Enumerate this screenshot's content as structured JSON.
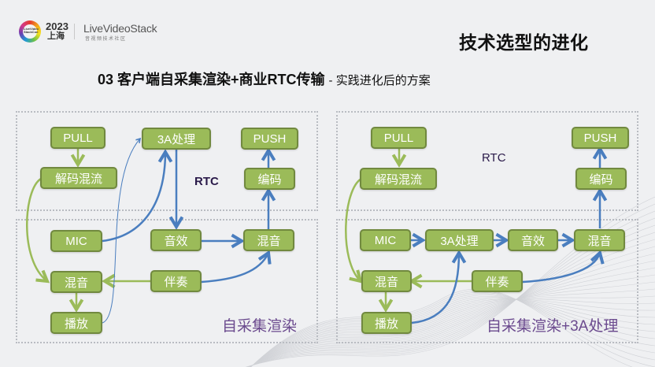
{
  "header": {
    "logo": {
      "ring_text": "LiveVideo StackCon",
      "year": "2023",
      "city": "上海"
    },
    "brand": {
      "name": "LiveVideoStack",
      "tagline": "音视频技术社区"
    },
    "page_title": "技术选型的进化"
  },
  "subtitle": {
    "main": "03 客户端自采集渲染+商业RTC传输",
    "secondary": "- 实践进化后的方案"
  },
  "colors": {
    "node_fill": "#9bbb59",
    "node_border": "#71893f",
    "green_arrow": "#9bbb59",
    "blue_arrow": "#4a7ebf",
    "caption": "#6b4a8e",
    "rtc_label": "#2a1a4a"
  },
  "left_diagram": {
    "rtc_label": "RTC",
    "caption": "自采集渲染",
    "nodes": {
      "pull": "PULL",
      "decode_mix": "解码混流",
      "aec": "3A处理",
      "push": "PUSH",
      "encode": "编码",
      "mic": "MIC",
      "effect": "音效",
      "mix_out": "混音",
      "mix_local": "混音",
      "accompany": "伴奏",
      "play": "播放"
    }
  },
  "right_diagram": {
    "rtc_label": "RTC",
    "caption": "自采集渲染+3A处理",
    "nodes": {
      "pull": "PULL",
      "decode_mix": "解码混流",
      "push": "PUSH",
      "encode": "编码",
      "mic": "MIC",
      "aec": "3A处理",
      "effect": "音效",
      "mix_out": "混音",
      "mix_local": "混音",
      "accompany": "伴奏",
      "play": "播放"
    }
  }
}
